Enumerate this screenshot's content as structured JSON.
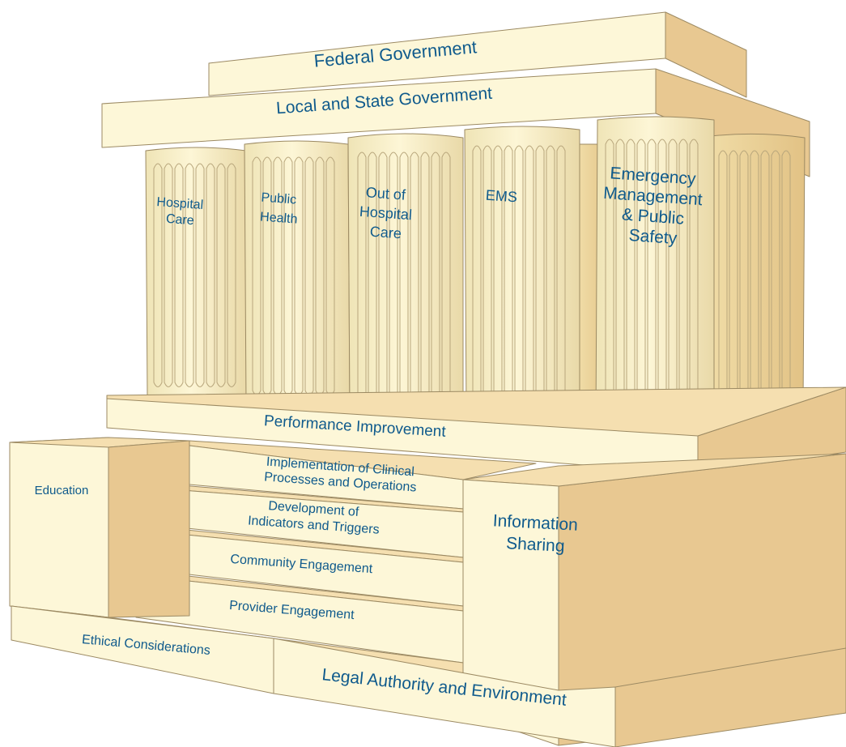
{
  "roof": {
    "federal": "Federal Government",
    "local_state": "Local and State Government"
  },
  "pillars": [
    {
      "id": "hospital-care",
      "lines": [
        "Hospital",
        "Care"
      ]
    },
    {
      "id": "public-health",
      "lines": [
        "Public",
        "Health"
      ]
    },
    {
      "id": "out-of-hospital-care",
      "lines": [
        "Out of",
        "Hospital",
        "Care"
      ]
    },
    {
      "id": "ems",
      "lines": [
        "EMS"
      ]
    },
    {
      "id": "emergency-management",
      "lines": [
        "Emergency",
        "Management",
        "& Public",
        "Safety"
      ]
    }
  ],
  "platform": {
    "performance": "Performance Improvement"
  },
  "steps": {
    "implementation": [
      "Implementation of Clinical",
      "Processes and Operations"
    ],
    "indicators": [
      "Development of",
      "Indicators and Triggers"
    ],
    "community": "Community Engagement",
    "provider": "Provider Engagement"
  },
  "blocks": {
    "education": "Education",
    "information_sharing": [
      "Information",
      "Sharing"
    ]
  },
  "base": {
    "ethical": "Ethical Considerations",
    "legal": "Legal Authority and Environment"
  },
  "colors": {
    "front": "#fdf7d8",
    "side": "#e8c891",
    "top": "#f5dfb0",
    "text": "#0f5a8c",
    "outline": "#9c8a63"
  }
}
